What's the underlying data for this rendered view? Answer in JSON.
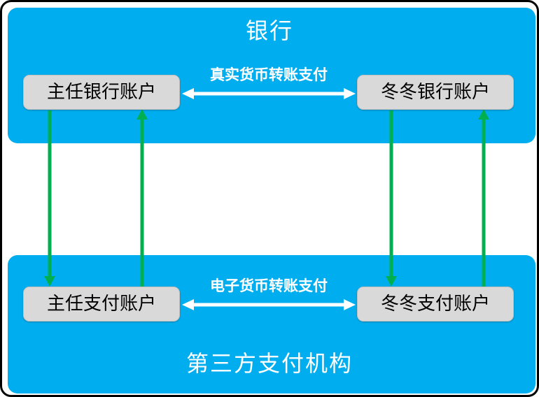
{
  "bank": {
    "title": "银行",
    "left_node": "主任银行账户",
    "right_node": "冬冬银行账户",
    "arrow_label": "真实货币转账支付"
  },
  "payment": {
    "title": "第三方支付机构",
    "left_node": "主任支付账户",
    "right_node": "冬冬支付账户",
    "arrow_label": "电子货币转账支付"
  },
  "arrows": {
    "horizontal_top": "double-headed white arrow between bank accounts",
    "horizontal_bottom": "double-headed white arrow between payment accounts",
    "vertical_left_down": "green arrow from director bank account to director payment account",
    "vertical_left_up": "green arrow from director payment account to director bank account",
    "vertical_right_down": "green arrow from dongdong bank account to dongdong payment account",
    "vertical_right_up": "green arrow from dongdong payment account to dongdong bank account"
  },
  "colors": {
    "section_blue": "#00AEEF",
    "node_gray": "#D9D9D9",
    "arrow_green": "#00B050",
    "arrow_white": "#FFFFFF",
    "frame_black": "#000000"
  }
}
